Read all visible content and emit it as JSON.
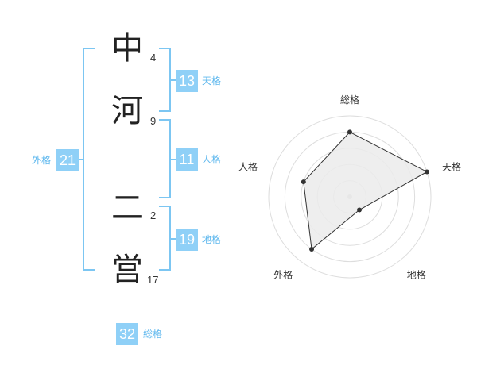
{
  "name": {
    "chars": [
      {
        "char": "中",
        "strokes": "4"
      },
      {
        "char": "河",
        "strokes": "9"
      },
      {
        "char": "二",
        "strokes": "2"
      },
      {
        "char": "営",
        "strokes": "17"
      }
    ]
  },
  "fortunes": {
    "tenkaku": {
      "value": "13",
      "label": "天格"
    },
    "jinkaku": {
      "value": "11",
      "label": "人格"
    },
    "chikaku": {
      "value": "19",
      "label": "地格"
    },
    "gaikaku": {
      "value": "21",
      "label": "外格"
    },
    "soukaku": {
      "value": "32",
      "label": "総格"
    }
  },
  "chart_data": {
    "type": "radar",
    "axes": [
      "総格",
      "天格",
      "地格",
      "外格",
      "人格"
    ],
    "values": [
      4,
      5,
      1,
      4,
      3
    ],
    "max": 5,
    "rings": 5
  },
  "colors": {
    "accent": "#8fd0f7",
    "bracket": "#7cc6f2",
    "radar_fill": "#ebebeb",
    "radar_line": "#333333"
  }
}
